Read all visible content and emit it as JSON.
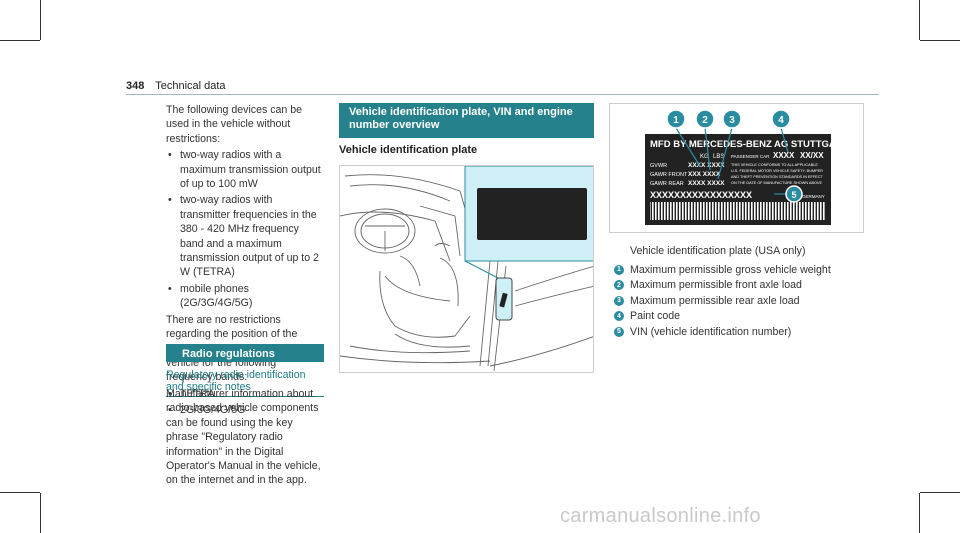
{
  "header": {
    "page_number": "348",
    "section": "Technical data"
  },
  "col1": {
    "intro": "The following devices can be used in the vehicle without restrictions:",
    "devices": [
      "two-way radios with a maximum transmission output of up to 100 mW",
      "two-way radios with transmitter frequencies in the 380 - 420 MHz frequency band and a maximum transmission output of up to 2 W (TETRA)",
      "mobile phones (2G/3G/4G/5G)"
    ],
    "antenna_text": "There are no restrictions regarding the position of the antenna on the outside of the vehicle for the following frequency bands:",
    "bands": [
      "TETRA",
      "2G/3G/4G/5G"
    ]
  },
  "radio": {
    "heading": "Radio regulations",
    "subheading": "Regulatory radio identification and specific notes",
    "text": "Manufacturer information about radio-based vehicle components can be found using the key phrase \"Regulatory radio information\" in the Digital Operator's Manual in the vehicle, on the internet and in the app."
  },
  "vin_section": {
    "heading": "Vehicle identification plate, VIN and engine number overview",
    "subheading": "Vehicle identification plate"
  },
  "plate": {
    "line1": "MFD BY MERCEDES-BENZ AG STUTTGART",
    "kg": "KG",
    "lbs": "LBS",
    "passenger_car": "PASSENGER CAR",
    "xxxx": "XXXX",
    "xx_xx": "XX/XX",
    "gvwr": "GVWR",
    "gawr_front": "GAWR FRONT",
    "gawr_rear": "GAWR REAR",
    "val1": "XXXX XXXX",
    "val2": "XXX XXXX",
    "val3": "XXXX XXXX",
    "notice1": "THIS VEHICLE CONFORMS TO ALL APPLICABLE",
    "notice2": "U.S. FEDERAL MOTOR VEHICLE SAFETY, BUMPER",
    "notice3": "AND THEFT PREVENTION STANDARDS IN EFFECT",
    "notice4": "ON THE DATE OF MANUFACTURE SHOWN ABOVE",
    "vin": "XXXXXXXXXXXXXXXXX",
    "germany": "GERMANY",
    "callouts": [
      "1",
      "2",
      "3",
      "4",
      "5"
    ]
  },
  "caption": "Vehicle identification plate (USA only)",
  "legend": [
    {
      "num": "1",
      "text": "Maximum permissible gross vehicle weight"
    },
    {
      "num": "2",
      "text": "Maximum permissible front axle load"
    },
    {
      "num": "3",
      "text": "Maximum permissible rear axle load"
    },
    {
      "num": "4",
      "text": "Paint code"
    },
    {
      "num": "5",
      "text": "VIN (vehicle identification number)"
    }
  ],
  "watermark": "carmanualsonline.info",
  "colors": {
    "accent": "#25828c",
    "badge": "#2a8ca0",
    "sky": "#cdeff5"
  }
}
